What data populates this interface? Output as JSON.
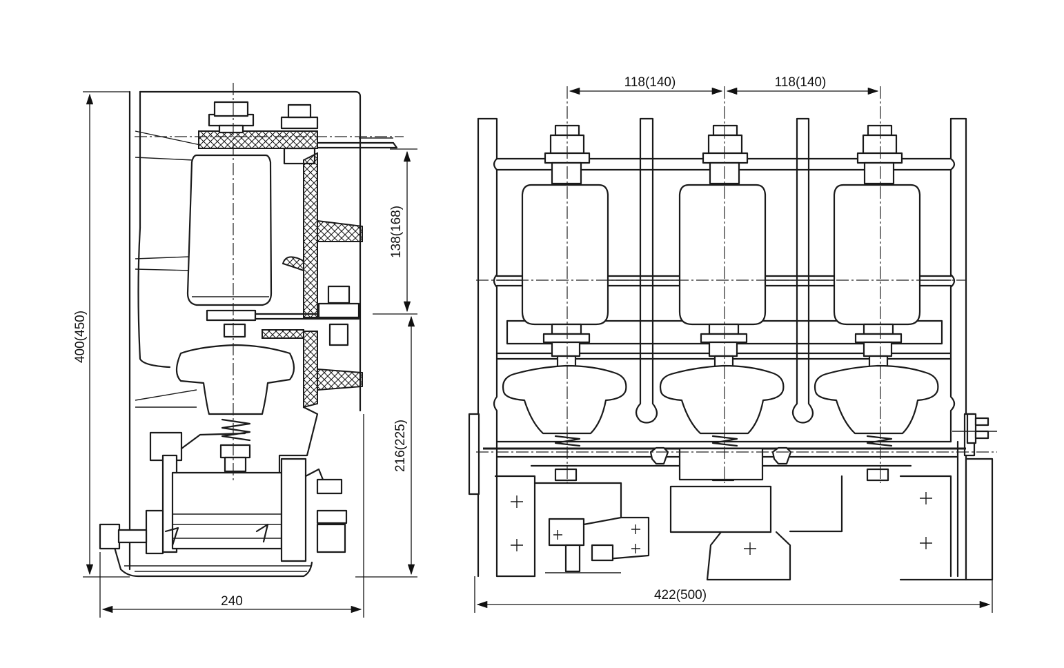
{
  "drawing": {
    "side_view": {
      "width_dim": "240",
      "height_dim": "400(450)",
      "upper_dim": "138(168)",
      "lower_dim": "216(225)"
    },
    "front_view": {
      "width_dim": "422(500)",
      "pitch_dim_left": "118(140)",
      "pitch_dim_right": "118(140)"
    }
  },
  "colors": {
    "line": "#1a1a1a",
    "background": "#ffffff"
  }
}
